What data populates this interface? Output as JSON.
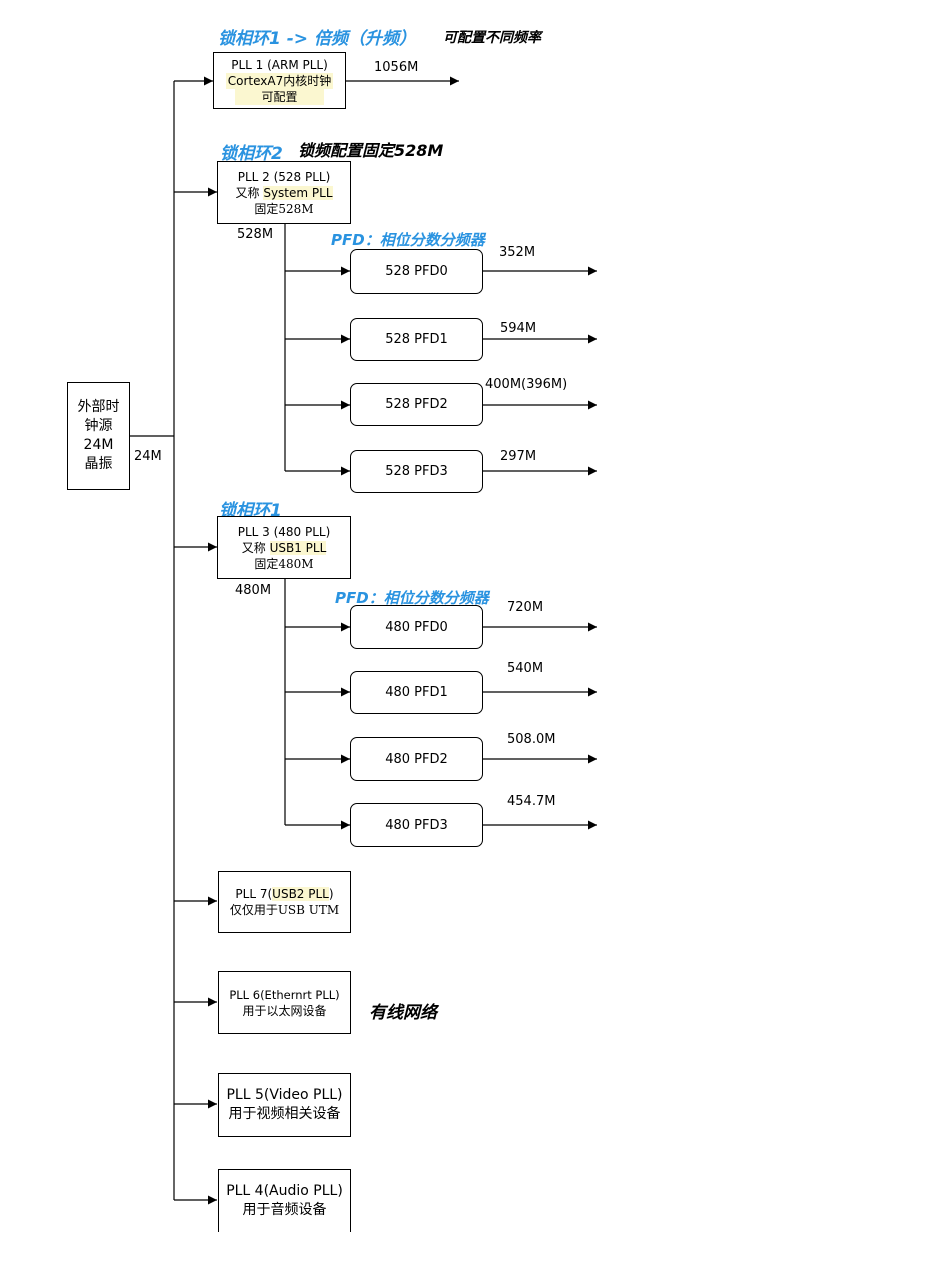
{
  "source": {
    "line1": "外部时",
    "line2": "钟源",
    "line3": "24M",
    "line4": "晶振",
    "output_label": "24M"
  },
  "pll1": {
    "title": "锁相环1 -> 倍频（升频）",
    "note": "可配置不同频率",
    "line1": "PLL 1  (ARM PLL)",
    "line2": "CortexA7内核时钟",
    "line3": "可配置",
    "output": "1056M"
  },
  "pll2": {
    "title": "锁相环2",
    "note": "锁频配置固定528M",
    "line1": "PLL 2  (528 PLL)",
    "line2a": "又称 ",
    "line2b": "System PLL",
    "line3": "固定528M",
    "output": "528M",
    "pfd_title": "PFD：相位分数分频器",
    "pfds": [
      {
        "name": "528 PFD0",
        "freq": "352M"
      },
      {
        "name": "528 PFD1",
        "freq": "594M"
      },
      {
        "name": "528 PFD2",
        "freq": "400M(396M)"
      },
      {
        "name": "528 PFD3",
        "freq": "297M"
      }
    ]
  },
  "pll3": {
    "title": "锁相环1",
    "line1": "PLL 3  (480 PLL)",
    "line2a": "又称 ",
    "line2b": "USB1 PLL",
    "line3": "固定480M",
    "output": "480M",
    "pfd_title": "PFD：相位分数分频器",
    "pfds": [
      {
        "name": "480 PFD0",
        "freq": "720M"
      },
      {
        "name": "480 PFD1",
        "freq": "540M"
      },
      {
        "name": "480 PFD2",
        "freq": "508.0M"
      },
      {
        "name": "480 PFD3",
        "freq": "454.7M"
      }
    ]
  },
  "pll7": {
    "line1a": "PLL 7(",
    "line1b": "USB2 PLL",
    "line1c": ")",
    "line2": "仅仅用于USB UTM"
  },
  "pll6": {
    "line1": "PLL 6(Ethernrt PLL)",
    "line2": "用于以太网设备",
    "note": "有线网络"
  },
  "pll5": {
    "line1": "PLL 5(Video PLL)",
    "line2": "用于视频相关设备"
  },
  "pll4": {
    "line1": "PLL 4(Audio PLL)",
    "line2": "用于音频设备"
  }
}
